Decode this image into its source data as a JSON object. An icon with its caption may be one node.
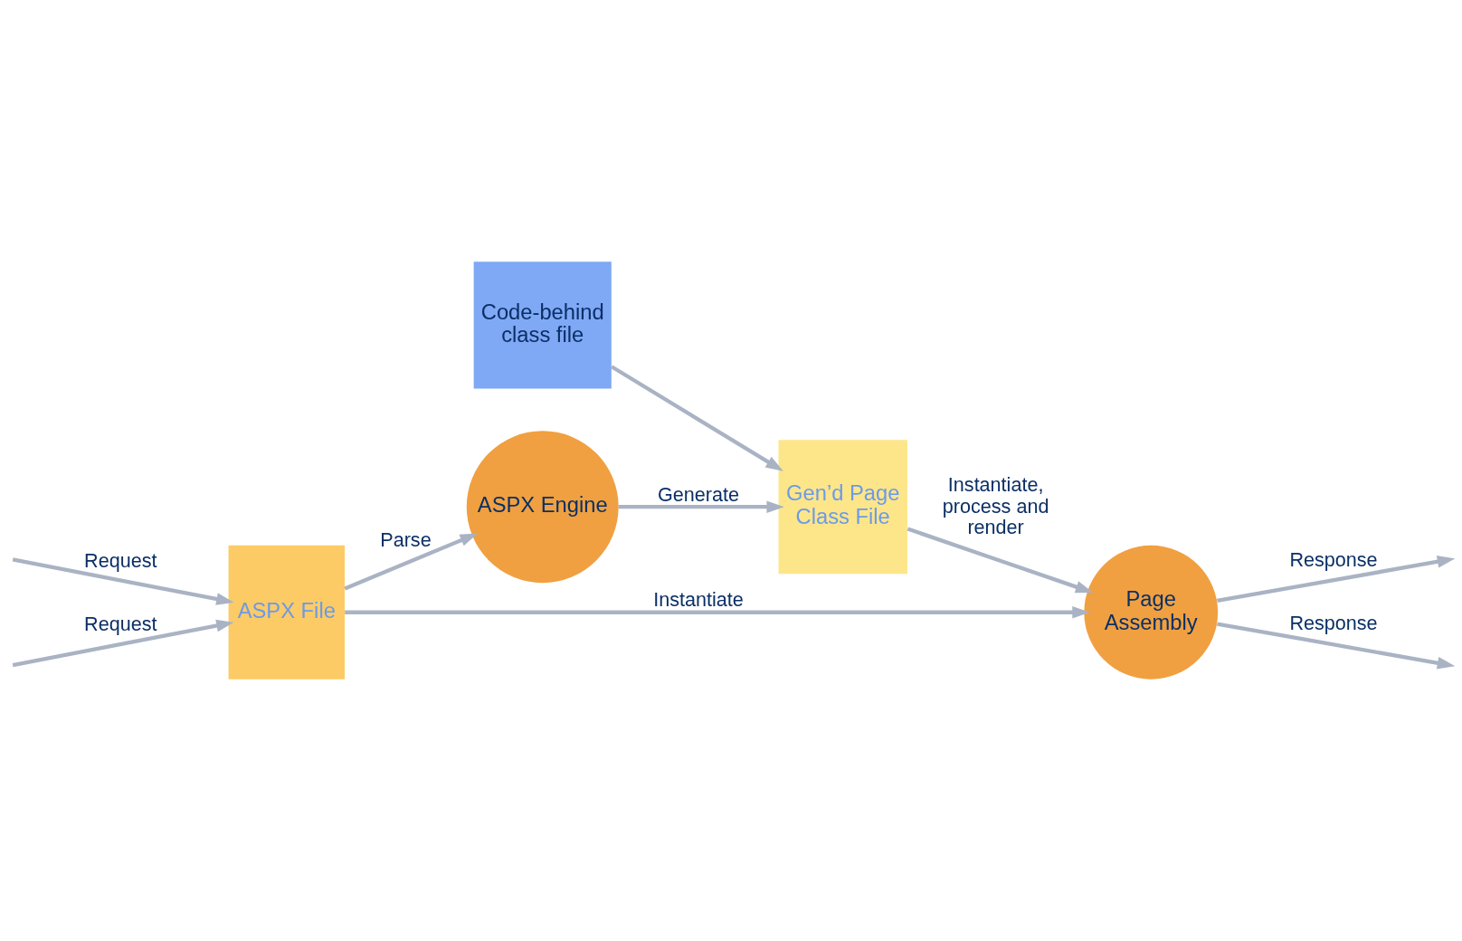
{
  "diagram": {
    "nodes": [
      {
        "text": [
          "ASPX Engine"
        ]
      },
      {
        "text": [
          "Code-behind class file"
        ]
      },
      {
        "text": [
          "ASPX File"
        ]
      },
      {
        "text": [
          "Gen’d Page Class File"
        ]
      },
      {
        "text": [
          "Page Assembly"
        ]
      }
    ],
    "edges": [
      {
        "from": null,
        "to": 2,
        "arrow": "to",
        "label": "Request"
      },
      {
        "from": null,
        "to": 2,
        "arrow": "to",
        "label": "Request"
      },
      {
        "from": 2,
        "to": 0,
        "arrow": "to",
        "label": "Parse"
      },
      {
        "from": 0,
        "to": 3,
        "arrow": "to",
        "label": "Generate"
      },
      {
        "from": 1,
        "to": 3,
        "arrow": "to"
      },
      {
        "from": 2,
        "to": 4,
        "arrow": "to",
        "label": "Instantiate"
      },
      {
        "from": 3,
        "to": 4,
        "arrow": "to",
        "label": "Instantiate, process and render"
      },
      {
        "from": 4,
        "to": null,
        "arrow": "to",
        "label": "Response"
      },
      {
        "from": 4,
        "to": null,
        "arrow": "to",
        "label": "Response"
      }
    ]
  }
}
